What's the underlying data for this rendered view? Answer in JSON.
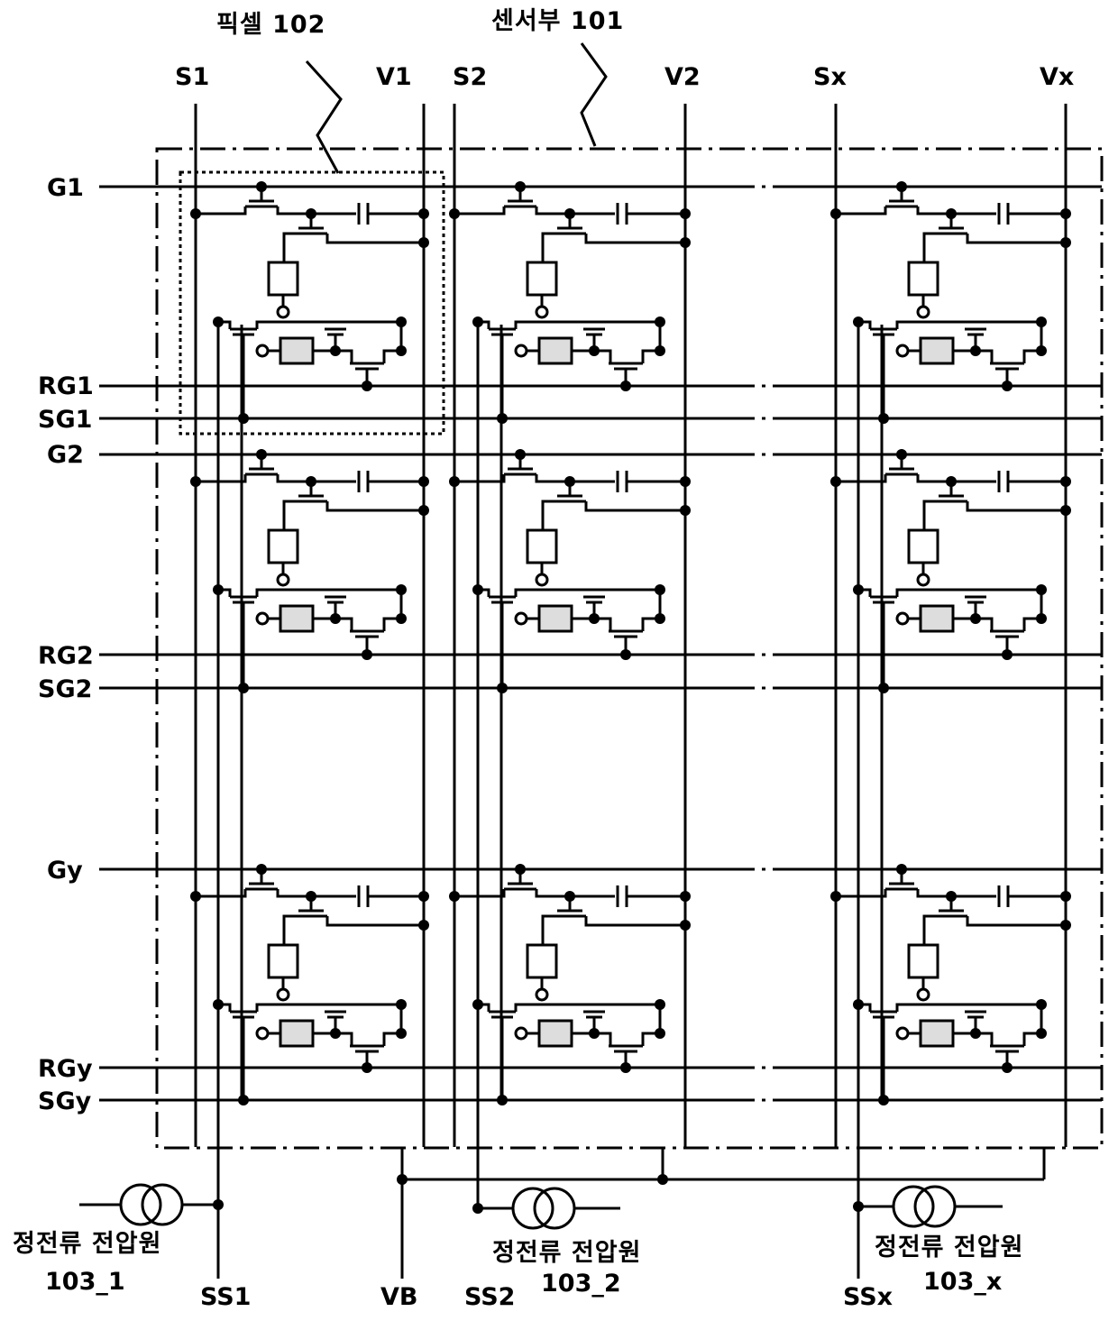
{
  "labels": {
    "pixel": "픽셀 102",
    "sensor": "센서부 101",
    "S1": "S1",
    "V1": "V1",
    "S2": "S2",
    "V2": "V2",
    "Sx": "Sx",
    "Vx": "Vx",
    "G1": "G1",
    "RG1": "RG1",
    "SG1": "SG1",
    "G2": "G2",
    "RG2": "RG2",
    "SG2": "SG2",
    "Gy": "Gy",
    "RGy": "RGy",
    "SGy": "SGy",
    "SS1": "SS1",
    "VB": "VB",
    "SS2": "SS2",
    "SSx": "SSx",
    "src_text": "정전류 전압원",
    "src1_id": "103_1",
    "src2_id": "103_2",
    "srcx_id": "103_x"
  }
}
